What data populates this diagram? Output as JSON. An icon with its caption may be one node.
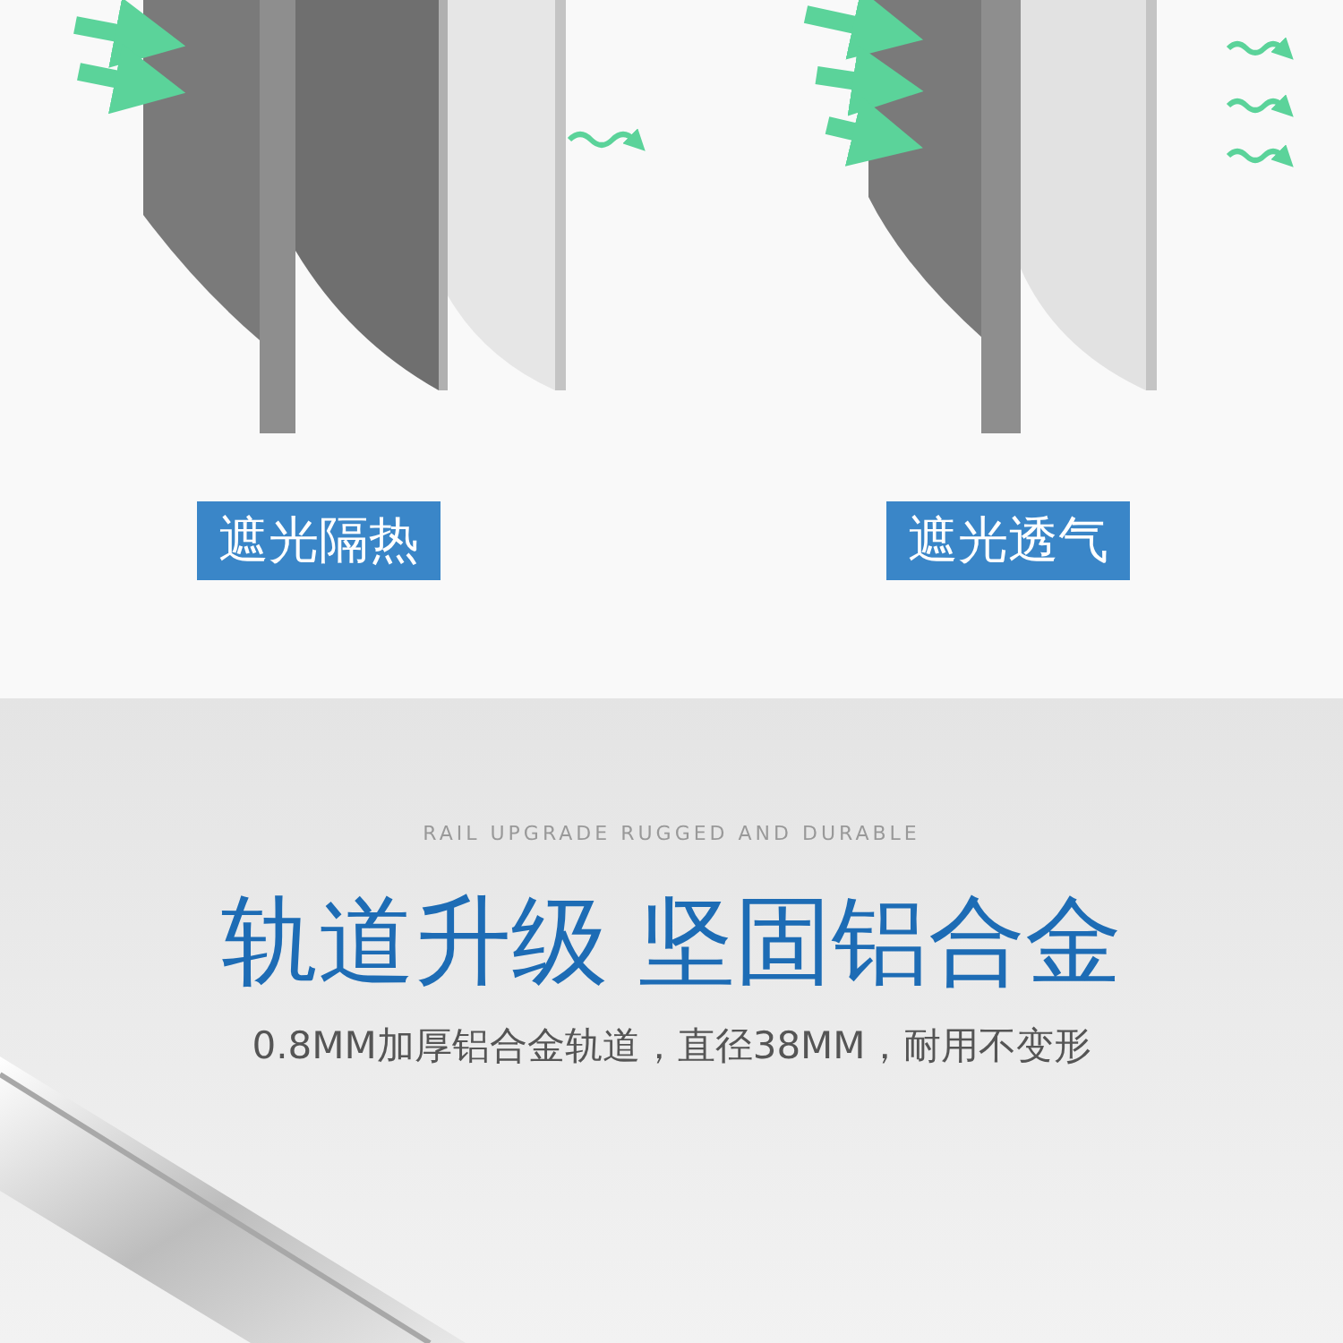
{
  "diagram": {
    "title": "轨道升级 坚固铝合金",
    "nodes": [
      {
        "text": [
          "遮光隔热"
        ]
      },
      {
        "text": [
          "遮光透气"
        ]
      }
    ],
    "labels": [
      "RAIL UPGRADE RUGGED AND DURABLE",
      "0.8MM加厚铝合金轨道，直径38MM，耐用不变形"
    ]
  }
}
